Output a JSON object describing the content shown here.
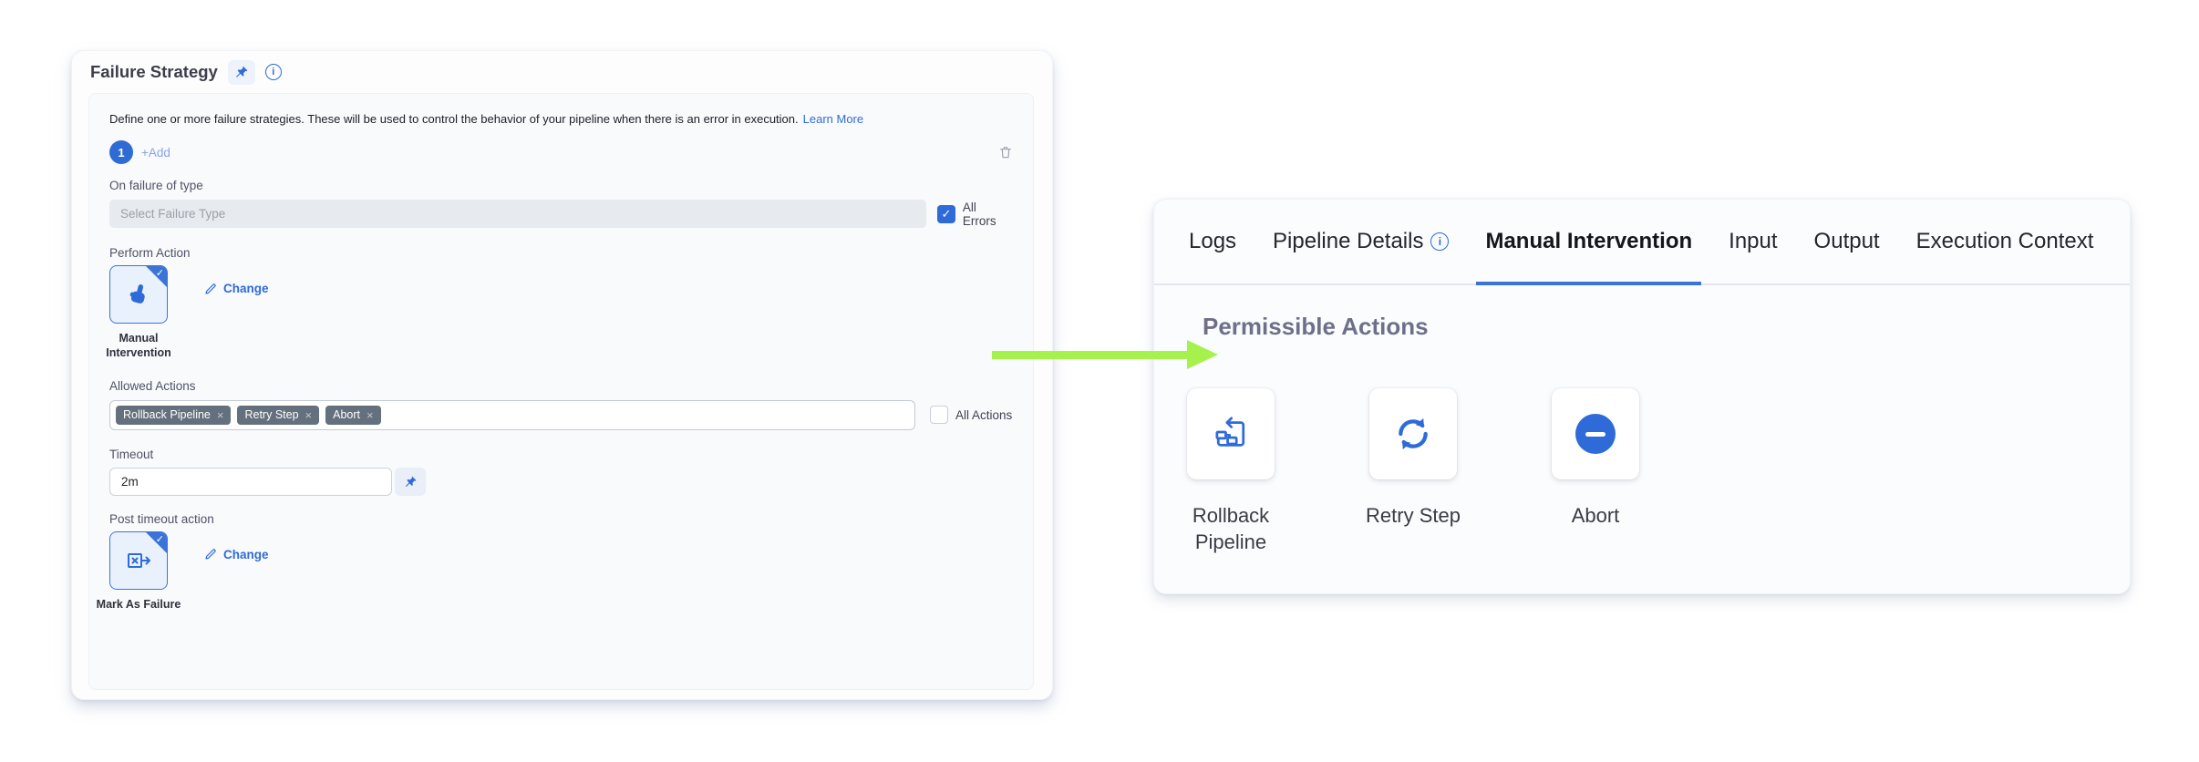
{
  "colors": {
    "accent_blue": "#2f6bd8",
    "tag_slate": "#64707d",
    "arrow_green": "#a6f24d"
  },
  "icons": {
    "check": "✓",
    "close": "×",
    "info": "i"
  },
  "failure_strategy": {
    "title": "Failure Strategy",
    "description": "Define one or more failure strategies. These will be used to control the behavior of your pipeline when there is an error in execution.",
    "learn_more_label": "Learn More",
    "strategy_badge": "1",
    "add_label": "+Add",
    "on_failure_label": "On failure of type",
    "failure_type_placeholder": "Select Failure Type",
    "all_errors_label": "All Errors",
    "perform_action_label": "Perform Action",
    "perform_action_name": "Manual Intervention",
    "change_label": "Change",
    "allowed_actions_label": "Allowed Actions",
    "allowed_actions_tags": [
      "Rollback Pipeline",
      "Retry Step",
      "Abort"
    ],
    "all_actions_label": "All Actions",
    "timeout_label": "Timeout",
    "timeout_value": "2m",
    "post_timeout_label": "Post timeout action",
    "post_timeout_action_name": "Mark As Failure"
  },
  "execution_panel": {
    "tabs": [
      {
        "label": "Logs"
      },
      {
        "label": "Pipeline Details"
      },
      {
        "label": "Manual Intervention"
      },
      {
        "label": "Input"
      },
      {
        "label": "Output"
      },
      {
        "label": "Execution Context"
      }
    ],
    "active_tab": "Manual Intervention",
    "section_title": "Permissible Actions",
    "actions": [
      {
        "label": "Rollback Pipeline"
      },
      {
        "label": "Retry Step"
      },
      {
        "label": "Abort"
      }
    ]
  }
}
